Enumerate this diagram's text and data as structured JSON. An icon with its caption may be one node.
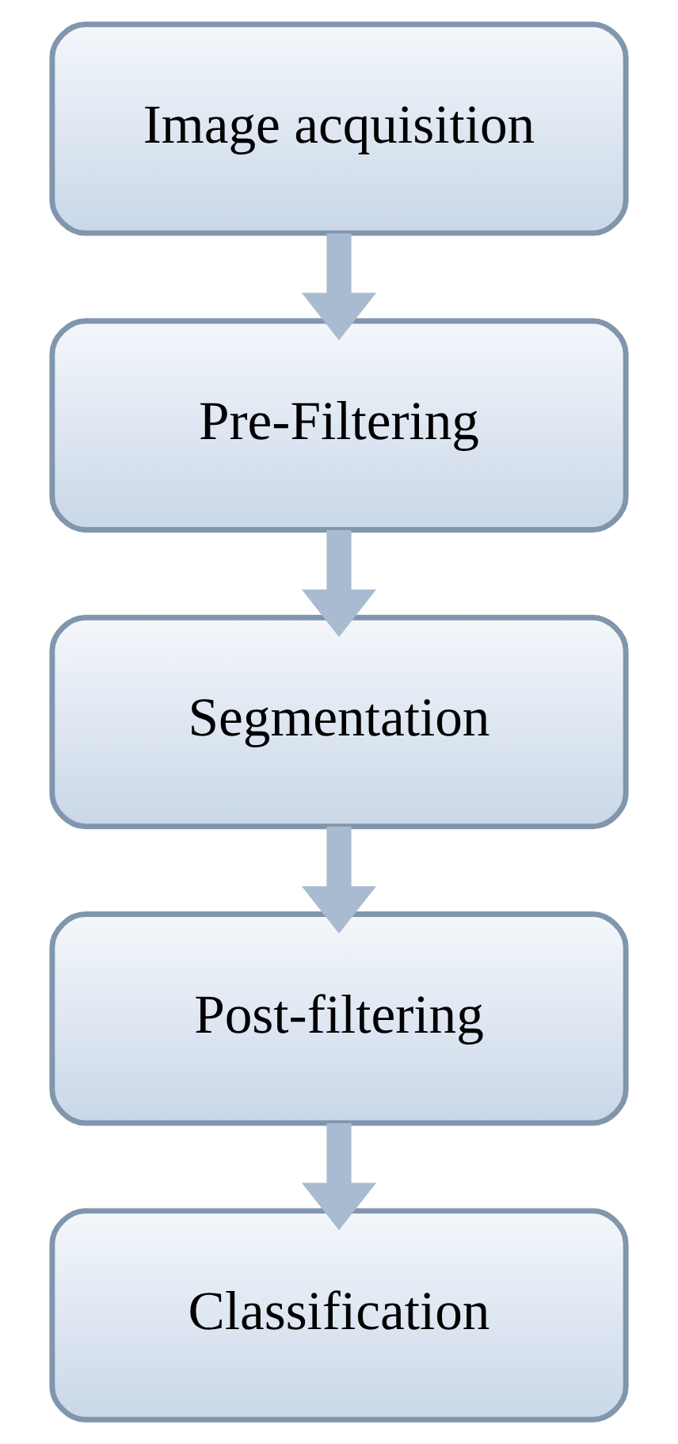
{
  "diagram": {
    "nodes": [
      {
        "text": [
          "Image acquisition"
        ]
      },
      {
        "text": [
          "Pre-Filtering"
        ]
      },
      {
        "text": [
          "Segmentation"
        ]
      },
      {
        "text": [
          "Post-filtering"
        ]
      },
      {
        "text": [
          "Classification"
        ]
      }
    ],
    "edges": [
      {
        "from": 0,
        "to": 1,
        "arrow": "to"
      },
      {
        "from": 1,
        "to": 2,
        "arrow": "to"
      },
      {
        "from": 2,
        "to": 3,
        "arrow": "to"
      },
      {
        "from": 3,
        "to": 4,
        "arrow": "to"
      }
    ]
  }
}
